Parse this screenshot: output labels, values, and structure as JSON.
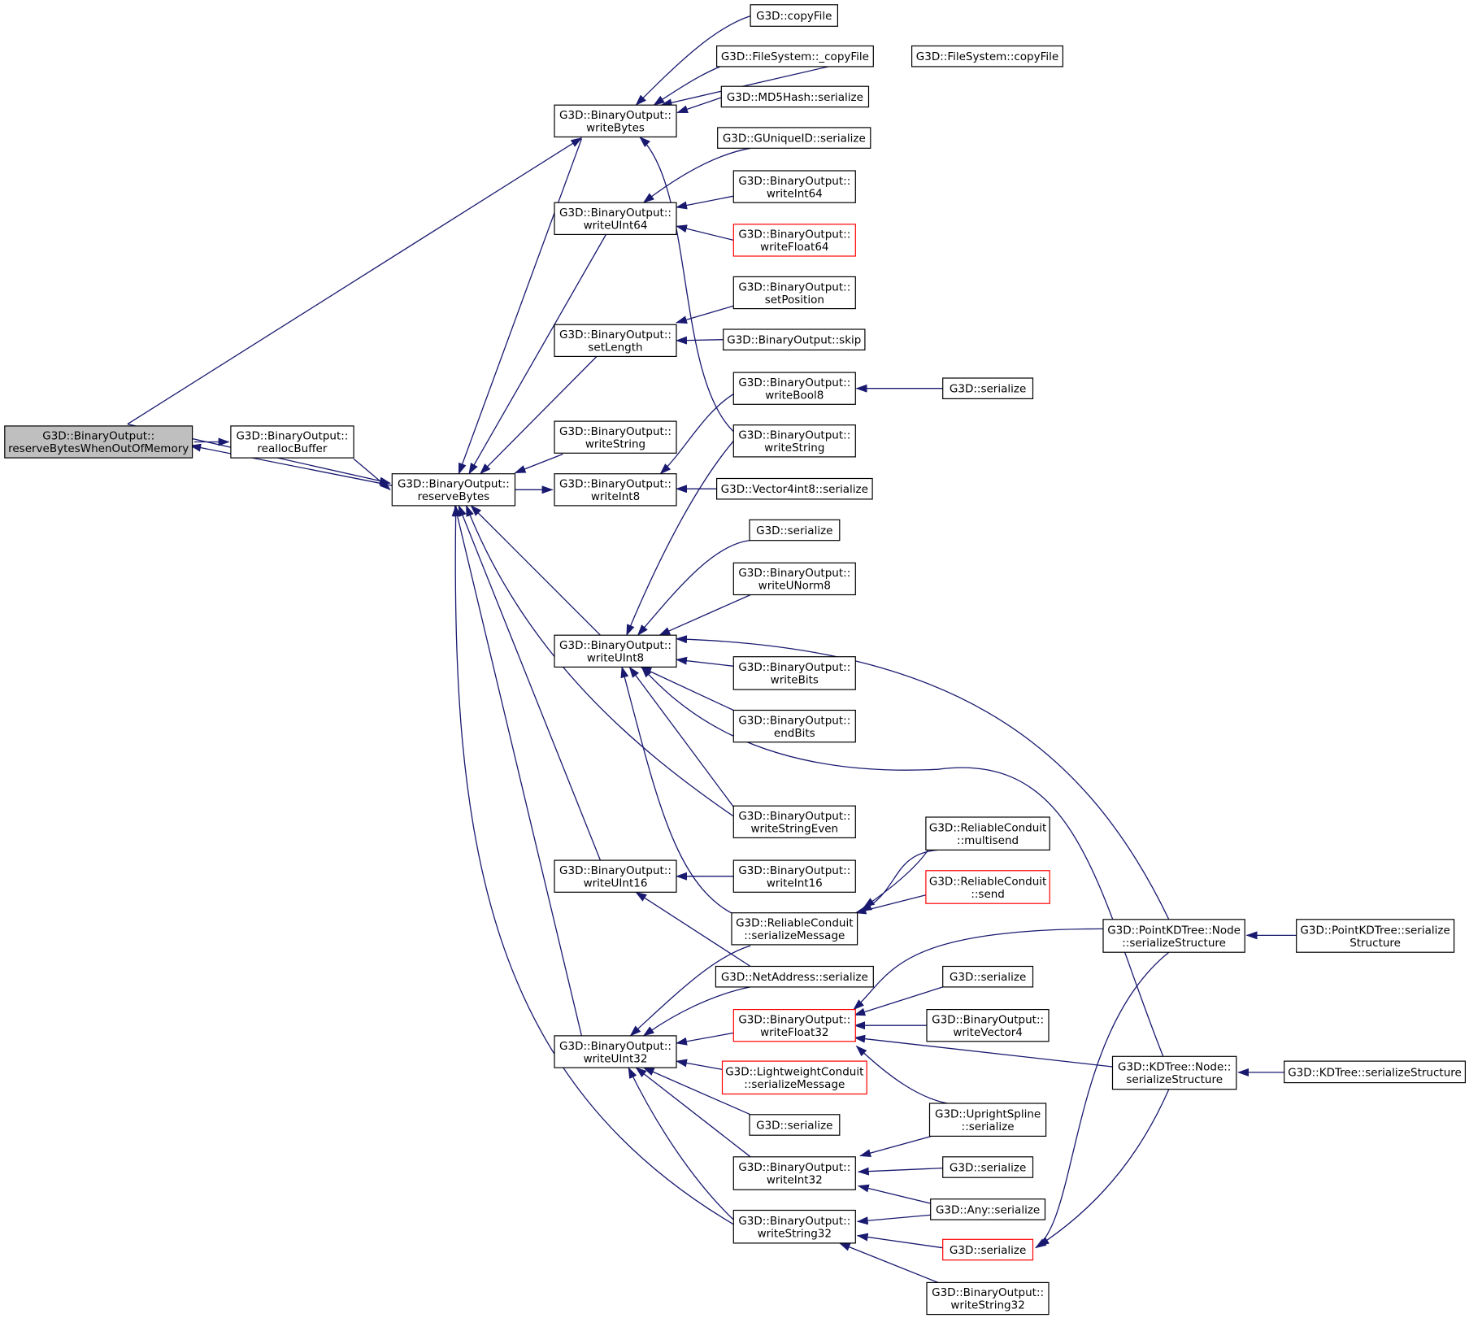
{
  "colors": {
    "edge": "#191970",
    "normal_border": "#000000",
    "highlight_border": "#ff0000",
    "root_fill": "#bfbfbf",
    "node_fill": "#ffffff"
  },
  "nodes": [
    {
      "id": "root",
      "lines": [
        "G3D::BinaryOutput::",
        "reserveBytesWhenOutOfMemory"
      ],
      "style": "root"
    },
    {
      "id": "realloc",
      "lines": [
        "G3D::BinaryOutput::",
        "reallocBuffer"
      ],
      "style": "normal"
    },
    {
      "id": "reserve",
      "lines": [
        "G3D::BinaryOutput::",
        "reserveBytes"
      ],
      "style": "normal"
    },
    {
      "id": "writeBytes",
      "lines": [
        "G3D::BinaryOutput::",
        "writeBytes"
      ],
      "style": "normal"
    },
    {
      "id": "writeUInt64",
      "lines": [
        "G3D::BinaryOutput::",
        "writeUInt64"
      ],
      "style": "normal"
    },
    {
      "id": "setLength",
      "lines": [
        "G3D::BinaryOutput::",
        "setLength"
      ],
      "style": "normal"
    },
    {
      "id": "writeStringA",
      "lines": [
        "G3D::BinaryOutput::",
        "writeString"
      ],
      "style": "normal"
    },
    {
      "id": "writeInt8",
      "lines": [
        "G3D::BinaryOutput::",
        "writeInt8"
      ],
      "style": "normal"
    },
    {
      "id": "writeUInt8",
      "lines": [
        "G3D::BinaryOutput::",
        "writeUInt8"
      ],
      "style": "normal"
    },
    {
      "id": "writeUInt16",
      "lines": [
        "G3D::BinaryOutput::",
        "writeUInt16"
      ],
      "style": "normal"
    },
    {
      "id": "writeUInt32",
      "lines": [
        "G3D::BinaryOutput::",
        "writeUInt32"
      ],
      "style": "normal"
    },
    {
      "id": "copyFile",
      "lines": [
        "G3D::copyFile"
      ],
      "style": "normal"
    },
    {
      "id": "fsCopyInt",
      "lines": [
        "G3D::FileSystem::_copyFile"
      ],
      "style": "normal"
    },
    {
      "id": "fsCopy",
      "lines": [
        "G3D::FileSystem::copyFile"
      ],
      "style": "normal"
    },
    {
      "id": "md5",
      "lines": [
        "G3D::MD5Hash::serialize"
      ],
      "style": "normal"
    },
    {
      "id": "guid",
      "lines": [
        "G3D::GUniqueID::serialize"
      ],
      "style": "normal"
    },
    {
      "id": "writeInt64",
      "lines": [
        "G3D::BinaryOutput::",
        "writeInt64"
      ],
      "style": "normal"
    },
    {
      "id": "writeFloat64",
      "lines": [
        "G3D::BinaryOutput::",
        "writeFloat64"
      ],
      "style": "highlight"
    },
    {
      "id": "setPosition",
      "lines": [
        "G3D::BinaryOutput::",
        "setPosition"
      ],
      "style": "normal"
    },
    {
      "id": "skip",
      "lines": [
        "G3D::BinaryOutput::skip"
      ],
      "style": "normal"
    },
    {
      "id": "writeBool8",
      "lines": [
        "G3D::BinaryOutput::",
        "writeBool8"
      ],
      "style": "normal"
    },
    {
      "id": "serBool",
      "lines": [
        "G3D::serialize"
      ],
      "style": "normal"
    },
    {
      "id": "writeStringB",
      "lines": [
        "G3D::BinaryOutput::",
        "writeString"
      ],
      "style": "normal"
    },
    {
      "id": "vec4int8",
      "lines": [
        "G3D::Vector4int8::serialize"
      ],
      "style": "normal"
    },
    {
      "id": "ser565",
      "lines": [
        "G3D::serialize"
      ],
      "style": "normal"
    },
    {
      "id": "writeUNorm8",
      "lines": [
        "G3D::BinaryOutput::",
        "writeUNorm8"
      ],
      "style": "normal"
    },
    {
      "id": "writeBits",
      "lines": [
        "G3D::BinaryOutput::",
        "writeBits"
      ],
      "style": "normal"
    },
    {
      "id": "endBits",
      "lines": [
        "G3D::BinaryOutput::",
        "endBits"
      ],
      "style": "normal"
    },
    {
      "id": "writeStringEven",
      "lines": [
        "G3D::BinaryOutput::",
        "writeStringEven"
      ],
      "style": "normal"
    },
    {
      "id": "multisend",
      "lines": [
        "G3D::ReliableConduit",
        "::multisend"
      ],
      "style": "normal"
    },
    {
      "id": "writeInt16",
      "lines": [
        "G3D::BinaryOutput::",
        "writeInt16"
      ],
      "style": "normal"
    },
    {
      "id": "send",
      "lines": [
        "G3D::ReliableConduit",
        "::send"
      ],
      "style": "highlight"
    },
    {
      "id": "rcSerMsg",
      "lines": [
        "G3D::ReliableConduit",
        "::serializeMessage"
      ],
      "style": "normal"
    },
    {
      "id": "pkdNode",
      "lines": [
        "G3D::PointKDTree::Node",
        "::serializeStructure"
      ],
      "style": "normal"
    },
    {
      "id": "pkdSer",
      "lines": [
        "G3D::PointKDTree::serialize",
        "Structure"
      ],
      "style": "normal"
    },
    {
      "id": "netAddr",
      "lines": [
        "G3D::NetAddress::serialize"
      ],
      "style": "normal"
    },
    {
      "id": "ser1040",
      "lines": [
        "G3D::serialize"
      ],
      "style": "normal"
    },
    {
      "id": "writeFloat32",
      "lines": [
        "G3D::BinaryOutput::",
        "writeFloat32"
      ],
      "style": "highlight"
    },
    {
      "id": "writeVector4",
      "lines": [
        "G3D::BinaryOutput::",
        "writeVector4"
      ],
      "style": "normal"
    },
    {
      "id": "kdNode",
      "lines": [
        "G3D::KDTree::Node::",
        "serializeStructure"
      ],
      "style": "normal"
    },
    {
      "id": "kdSer",
      "lines": [
        "G3D::KDTree::serializeStructure"
      ],
      "style": "normal"
    },
    {
      "id": "lwSerMsg",
      "lines": [
        "G3D::LightweightConduit",
        "::serializeMessage"
      ],
      "style": "highlight"
    },
    {
      "id": "ser1198",
      "lines": [
        "G3D::serialize"
      ],
      "style": "normal"
    },
    {
      "id": "upright",
      "lines": [
        "G3D::UprightSpline",
        "::serialize"
      ],
      "style": "normal"
    },
    {
      "id": "writeInt32",
      "lines": [
        "G3D::BinaryOutput::",
        "writeInt32"
      ],
      "style": "normal"
    },
    {
      "id": "ser1244",
      "lines": [
        "G3D::serialize"
      ],
      "style": "normal"
    },
    {
      "id": "anySer",
      "lines": [
        "G3D::Any::serialize"
      ],
      "style": "normal"
    },
    {
      "id": "writeString32",
      "lines": [
        "G3D::BinaryOutput::",
        "writeString32"
      ],
      "style": "normal"
    },
    {
      "id": "serRed",
      "lines": [
        "G3D::serialize"
      ],
      "style": "highlight"
    },
    {
      "id": "writeString32b",
      "lines": [
        "G3D::BinaryOutput::",
        "writeString32"
      ],
      "style": "normal"
    }
  ]
}
